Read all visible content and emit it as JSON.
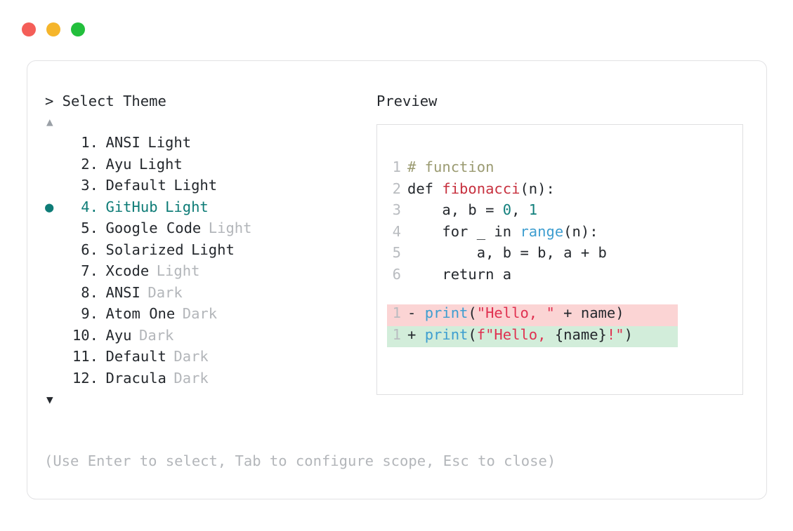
{
  "window": {
    "dots": [
      {
        "name": "close-dot",
        "color": "#f45e58"
      },
      {
        "name": "minimize-dot",
        "color": "#f5b52b"
      },
      {
        "name": "maximize-dot",
        "color": "#22bf3c"
      }
    ]
  },
  "selector": {
    "prompt": "> Select Theme",
    "scroll_up": "▲",
    "scroll_down": "▼",
    "bullet": "●",
    "selected_index": 4,
    "items": [
      {
        "num": " 1.",
        "name": "ANSI",
        "variant": "Light",
        "variant_muted": false,
        "selected": false
      },
      {
        "num": " 2.",
        "name": "Ayu",
        "variant": "Light",
        "variant_muted": false,
        "selected": false
      },
      {
        "num": " 3.",
        "name": "Default",
        "variant": "Light",
        "variant_muted": false,
        "selected": false
      },
      {
        "num": " 4.",
        "name": "GitHub",
        "variant": "Light",
        "variant_muted": false,
        "selected": true
      },
      {
        "num": " 5.",
        "name": "Google Code",
        "variant": "Light",
        "variant_muted": true,
        "selected": false
      },
      {
        "num": " 6.",
        "name": "Solarized",
        "variant": "Light",
        "variant_muted": false,
        "selected": false
      },
      {
        "num": " 7.",
        "name": "Xcode",
        "variant": "Light",
        "variant_muted": true,
        "selected": false
      },
      {
        "num": " 8.",
        "name": "ANSI",
        "variant": "Dark",
        "variant_muted": true,
        "selected": false
      },
      {
        "num": " 9.",
        "name": "Atom One",
        "variant": "Dark",
        "variant_muted": true,
        "selected": false
      },
      {
        "num": "10.",
        "name": "Ayu",
        "variant": "Dark",
        "variant_muted": true,
        "selected": false
      },
      {
        "num": "11.",
        "name": "Default",
        "variant": "Dark",
        "variant_muted": true,
        "selected": false
      },
      {
        "num": "12.",
        "name": "Dracula",
        "variant": "Dark",
        "variant_muted": true,
        "selected": false
      }
    ],
    "hint": "(Use Enter to select, Tab to configure scope, Esc to close)"
  },
  "preview": {
    "label": "Preview",
    "lines": [
      {
        "gutter": "1",
        "tokens": [
          {
            "t": "# function",
            "c": "comment"
          }
        ]
      },
      {
        "gutter": "2",
        "tokens": [
          {
            "t": "def ",
            "c": "plain"
          },
          {
            "t": "fibonacci",
            "c": "func"
          },
          {
            "t": "(n):",
            "c": "plain"
          }
        ]
      },
      {
        "gutter": "3",
        "tokens": [
          {
            "t": "    a, b = ",
            "c": "plain"
          },
          {
            "t": "0",
            "c": "num"
          },
          {
            "t": ", ",
            "c": "plain"
          },
          {
            "t": "1",
            "c": "num"
          }
        ]
      },
      {
        "gutter": "4",
        "tokens": [
          {
            "t": "    for _ in ",
            "c": "plain"
          },
          {
            "t": "range",
            "c": "builtin"
          },
          {
            "t": "(n):",
            "c": "plain"
          }
        ]
      },
      {
        "gutter": "5",
        "tokens": [
          {
            "t": "        a, b = b, a + b",
            "c": "plain"
          }
        ]
      },
      {
        "gutter": "6",
        "tokens": [
          {
            "t": "    return a",
            "c": "plain"
          }
        ]
      }
    ],
    "diff": [
      {
        "kind": "removed",
        "gutter": "1",
        "marker": "-",
        "tokens": [
          {
            "t": "print",
            "c": "call"
          },
          {
            "t": "(",
            "c": "plain"
          },
          {
            "t": "\"Hello, \"",
            "c": "str"
          },
          {
            "t": " + name)",
            "c": "plain"
          }
        ]
      },
      {
        "kind": "added",
        "gutter": "1",
        "marker": "+",
        "tokens": [
          {
            "t": "print",
            "c": "call"
          },
          {
            "t": "(",
            "c": "plain"
          },
          {
            "t": "f\"Hello, ",
            "c": "str"
          },
          {
            "t": "{name}",
            "c": "plain"
          },
          {
            "t": "!\"",
            "c": "str"
          },
          {
            "t": ")",
            "c": "plain"
          }
        ]
      }
    ]
  },
  "colors": {
    "accent_teal": "#0e7c77",
    "muted_gray": "#b3b6ba",
    "text": "#24282d",
    "diff_removed_bg": "#fbd4d4",
    "diff_added_bg": "#d2edda"
  }
}
